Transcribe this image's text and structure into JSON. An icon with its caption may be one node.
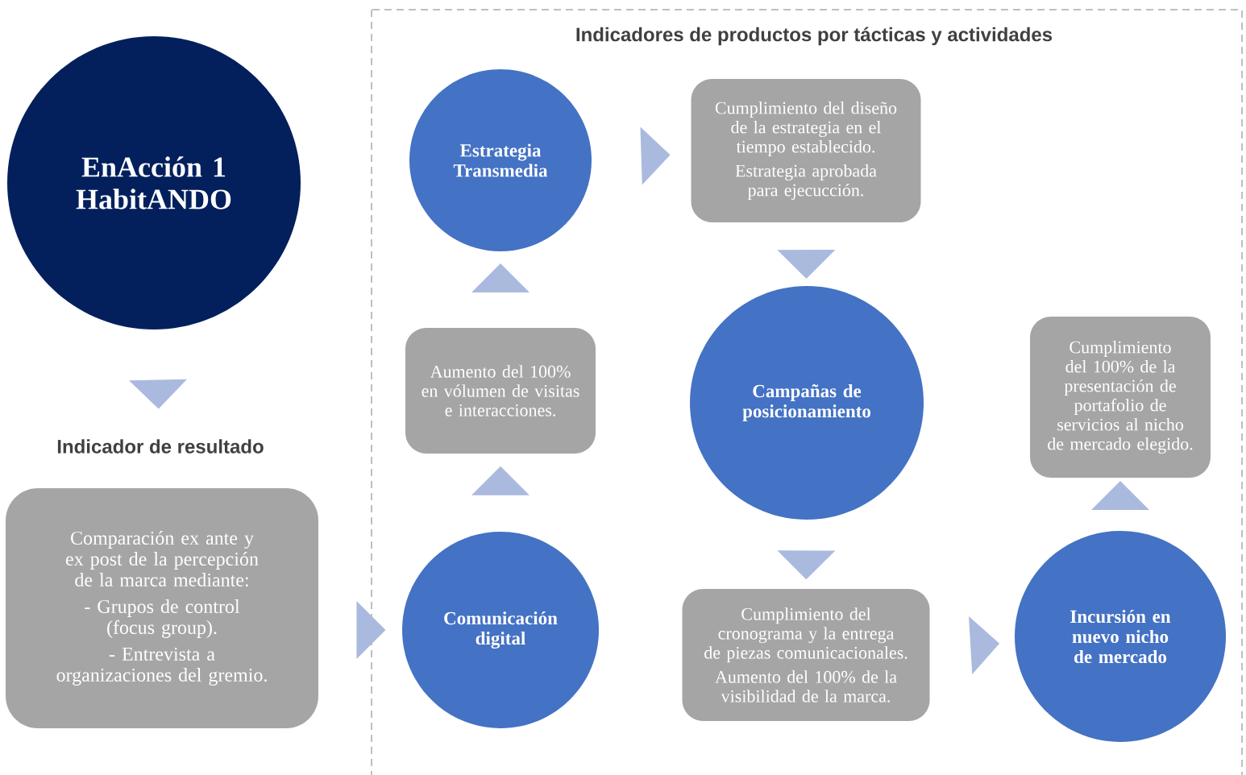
{
  "diagram": {
    "nodes": [
      {
        "text": [
          "EnAcción 1 HabitANDO"
        ]
      },
      {
        "text": [
          "Indicador de resultado",
          "Comparación ex ante y ex post de la percepción de la marca mediante:",
          "- Grupos de control (focus group).",
          "- Entrevista a organizaciones del gremio."
        ]
      },
      {
        "text": [
          "Indicadores de productos por tácticas y actividades"
        ]
      },
      {
        "text": [
          "Comunicación digital"
        ],
        "in": 2
      },
      {
        "text": [
          "Aumento del 100% en vólumen de visitas e interacciones."
        ],
        "in": 2
      },
      {
        "text": [
          "Estrategia Transmedia"
        ],
        "in": 2
      },
      {
        "text": [
          "Cumplimiento del diseño de la estrategia en el tiempo establecido.",
          "Estrategia aprobada para ejecucción."
        ],
        "in": 2
      },
      {
        "text": [
          "Campañas de posicionamiento"
        ],
        "in": 2
      },
      {
        "text": [
          "Cumplimiento del cronograma y la entrega de piezas comunicacionales.",
          "Aumento del 100% de la visibilidad de la marca."
        ],
        "in": 2
      },
      {
        "text": [
          "Incursión en nuevo nicho de mercado"
        ],
        "in": 2
      },
      {
        "text": [
          "Cumplimiento del 100% de la presentación de portafolio de servicios al nicho de mercado elegido."
        ],
        "in": 2
      }
    ],
    "edges": [
      {
        "from": 0,
        "to": 1,
        "arrow": "to"
      },
      {
        "from": 1,
        "to": 3,
        "arrow": "to"
      },
      {
        "from": 3,
        "to": 4,
        "arrow": "to"
      },
      {
        "from": 4,
        "to": 5,
        "arrow": "to"
      },
      {
        "from": 5,
        "to": 6,
        "arrow": "to"
      },
      {
        "from": 6,
        "to": 7,
        "arrow": "to"
      },
      {
        "from": 7,
        "to": 8,
        "arrow": "to"
      },
      {
        "from": 8,
        "to": 9,
        "arrow": "to"
      },
      {
        "from": 9,
        "to": 10,
        "arrow": "to"
      }
    ]
  }
}
